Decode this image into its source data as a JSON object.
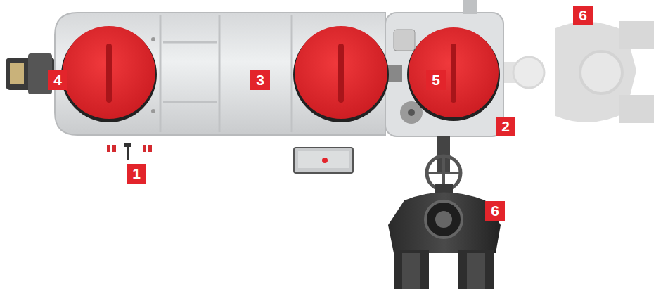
{
  "diagram": {
    "labels": [
      "6",
      "4",
      "3",
      "5",
      "2",
      "1",
      "6"
    ]
  }
}
